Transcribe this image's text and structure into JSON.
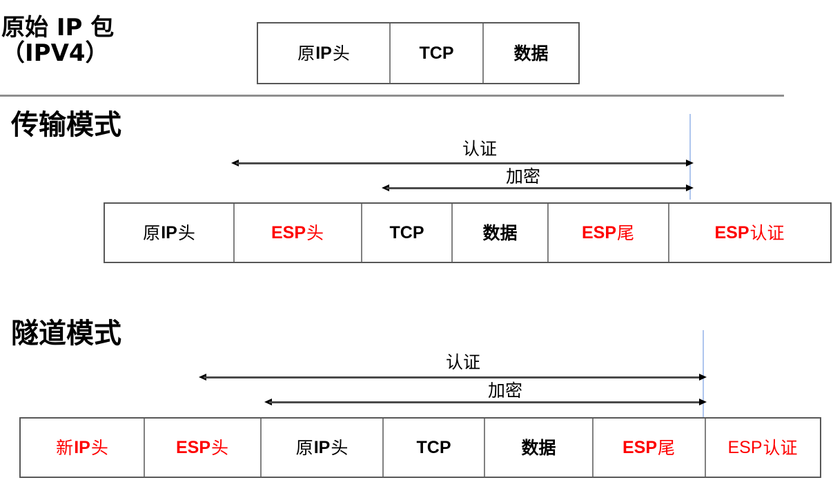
{
  "diagram": {
    "title_labels": {
      "original_packet": "原始 IP 包（IPV4）",
      "transport_mode": "传输模式",
      "tunnel_mode": "隧道模式"
    },
    "arrow_labels": {
      "authentication": "认证",
      "encryption": "加密"
    },
    "colors": {
      "red_accent": "#fe0000",
      "box_border": "#575757",
      "cell_divider": "#808080",
      "guide_line": "#aec5ee",
      "arrow": "#4a4a4a",
      "divider_rule": "#8f8f8f"
    },
    "rows": {
      "original": {
        "name": "原始 IP 包",
        "cells": [
          {
            "latin": "",
            "cjk": "原",
            "latin2": "IP",
            "cjk2": "头",
            "full": "原IP头",
            "color": "black"
          },
          {
            "full": "TCP",
            "color": "black"
          },
          {
            "full": "数据",
            "color": "black"
          }
        ]
      },
      "transport": {
        "name": "传输模式",
        "cells": [
          {
            "full": "原IP头",
            "color": "black"
          },
          {
            "full": "ESP头",
            "color": "red"
          },
          {
            "full": "TCP",
            "color": "black"
          },
          {
            "full": "数据",
            "color": "black"
          },
          {
            "full": "ESP尾",
            "color": "red"
          },
          {
            "full": "ESP认证",
            "color": "red"
          }
        ]
      },
      "tunnel": {
        "name": "隧道模式",
        "cells": [
          {
            "full": "新IP头",
            "color": "red"
          },
          {
            "full": "ESP头",
            "color": "red"
          },
          {
            "full": "原IP头",
            "color": "black"
          },
          {
            "full": "TCP",
            "color": "black"
          },
          {
            "full": "数据",
            "color": "black"
          },
          {
            "full": "ESP尾",
            "color": "red"
          },
          {
            "full": "ESP认证",
            "color": "red"
          }
        ]
      }
    },
    "cell_text": {
      "orig_ip_header_lat": "IP",
      "orig_ip_header_pre": "原",
      "orig_ip_header_post": "头",
      "new_ip_header_pre": "新",
      "new_ip_header_lat": "IP",
      "new_ip_header_post": "头",
      "esp": "ESP",
      "esp_header_post": "头",
      "esp_trailer_post": "尾",
      "esp_auth_post": "认证",
      "tcp": "TCP",
      "data": "数据"
    }
  }
}
